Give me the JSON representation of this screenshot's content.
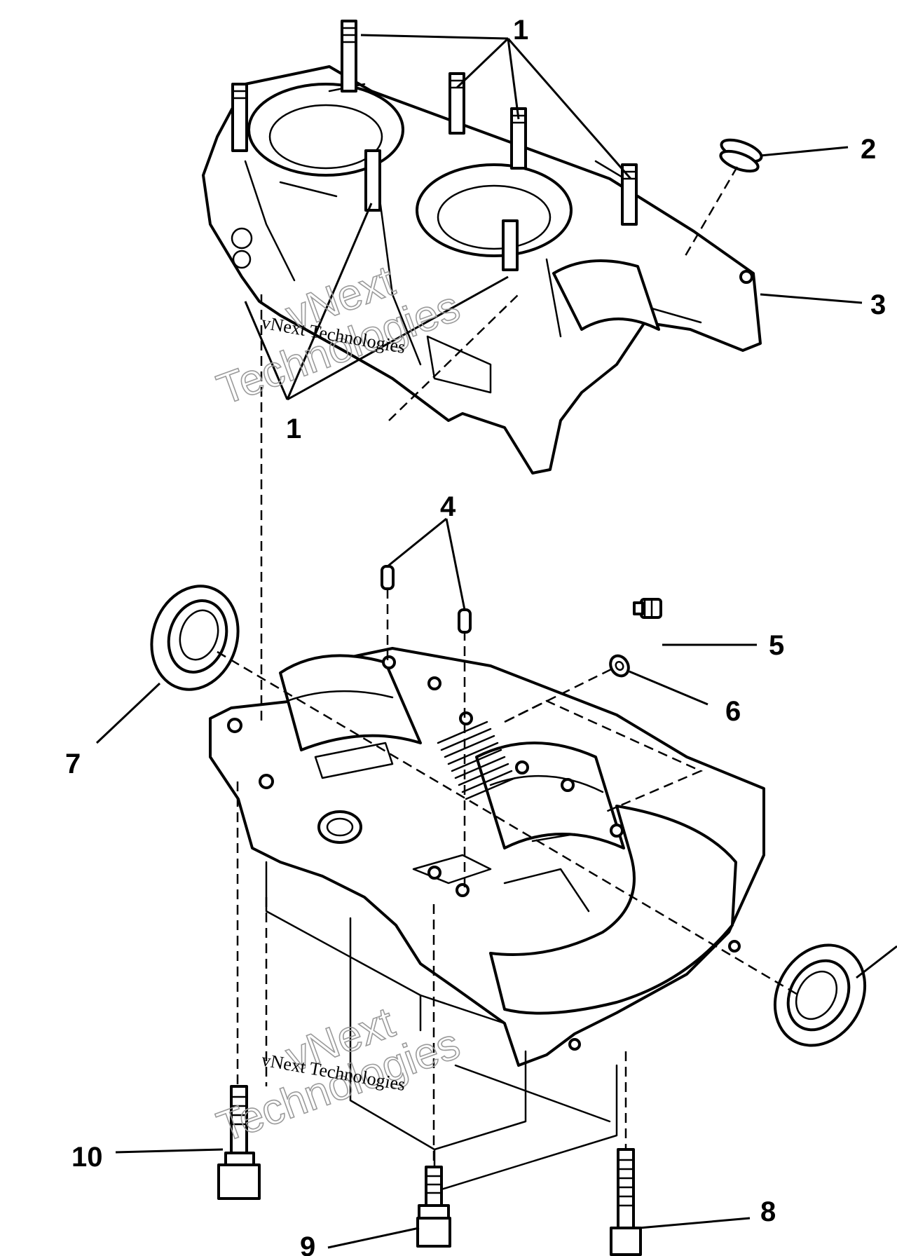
{
  "callouts": {
    "c1a": "1",
    "c1b": "1",
    "c2": "2",
    "c3": "3",
    "c4": "4",
    "c5": "5",
    "c6": "6",
    "c7": "7",
    "c8": "8",
    "c9": "9",
    "c10": "10"
  },
  "watermarks": {
    "top_small": "vNext Technologies",
    "top_big_1": "vNext",
    "top_big_2": "Technologies",
    "bottom_small": "vNext Technologies",
    "bottom_big_1": "vNext",
    "bottom_big_2": "Technologies"
  },
  "colors": {
    "line": "#000000",
    "paper": "#ffffff",
    "watermark": "#9a9a9a"
  }
}
